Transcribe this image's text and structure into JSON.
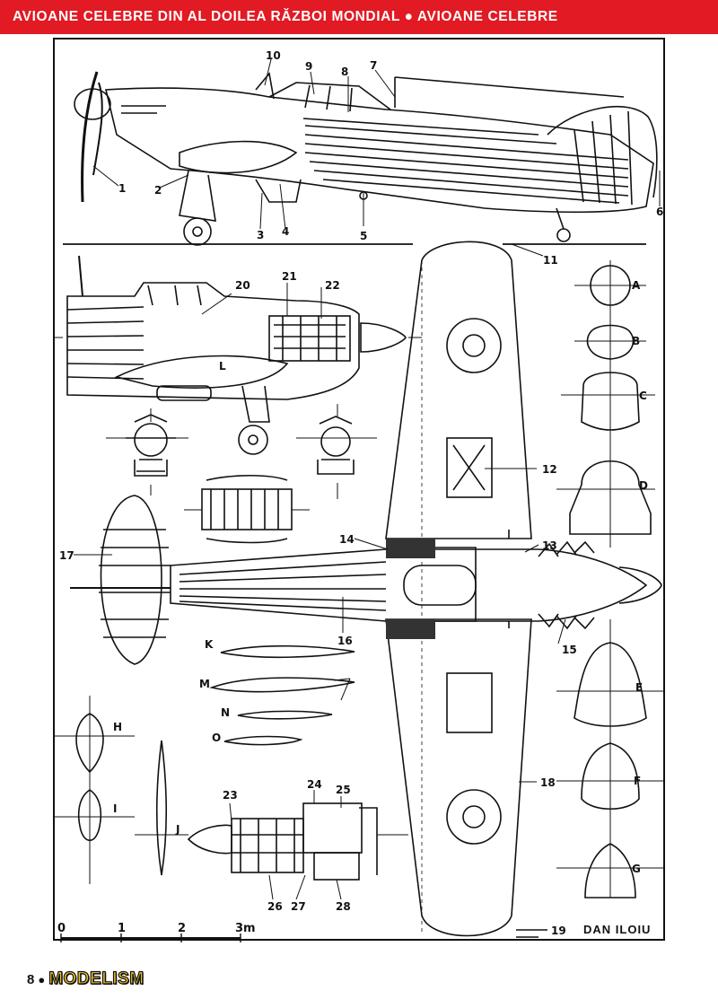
{
  "header": {
    "title": "AVIOANE CELEBRE DIN AL DOILEA RĂZBOI MONDIAL  ●  AVIOANE CELEBRE"
  },
  "footer": {
    "page_number": "8",
    "bullet": "●",
    "magazine": "MODELISM"
  },
  "credit": "DAN ILOIU",
  "scale": {
    "labels": [
      "0",
      "1",
      "2",
      "3m"
    ]
  },
  "callouts": {
    "numbers": [
      "1",
      "2",
      "3",
      "4",
      "5",
      "6",
      "7",
      "8",
      "9",
      "10",
      "11",
      "12",
      "13",
      "14",
      "15",
      "16",
      "17",
      "18",
      "19",
      "20",
      "21",
      "22",
      "23",
      "24",
      "25",
      "26",
      "27",
      "28"
    ],
    "sections": [
      "A",
      "B",
      "C",
      "D",
      "E",
      "F",
      "G",
      "H",
      "I",
      "J",
      "K",
      "L",
      "M",
      "N",
      "O"
    ]
  },
  "colors": {
    "header_bg": "#e11a23",
    "header_text": "#ffffff",
    "ink": "#111111",
    "logo_fill": "#f3c22a"
  }
}
